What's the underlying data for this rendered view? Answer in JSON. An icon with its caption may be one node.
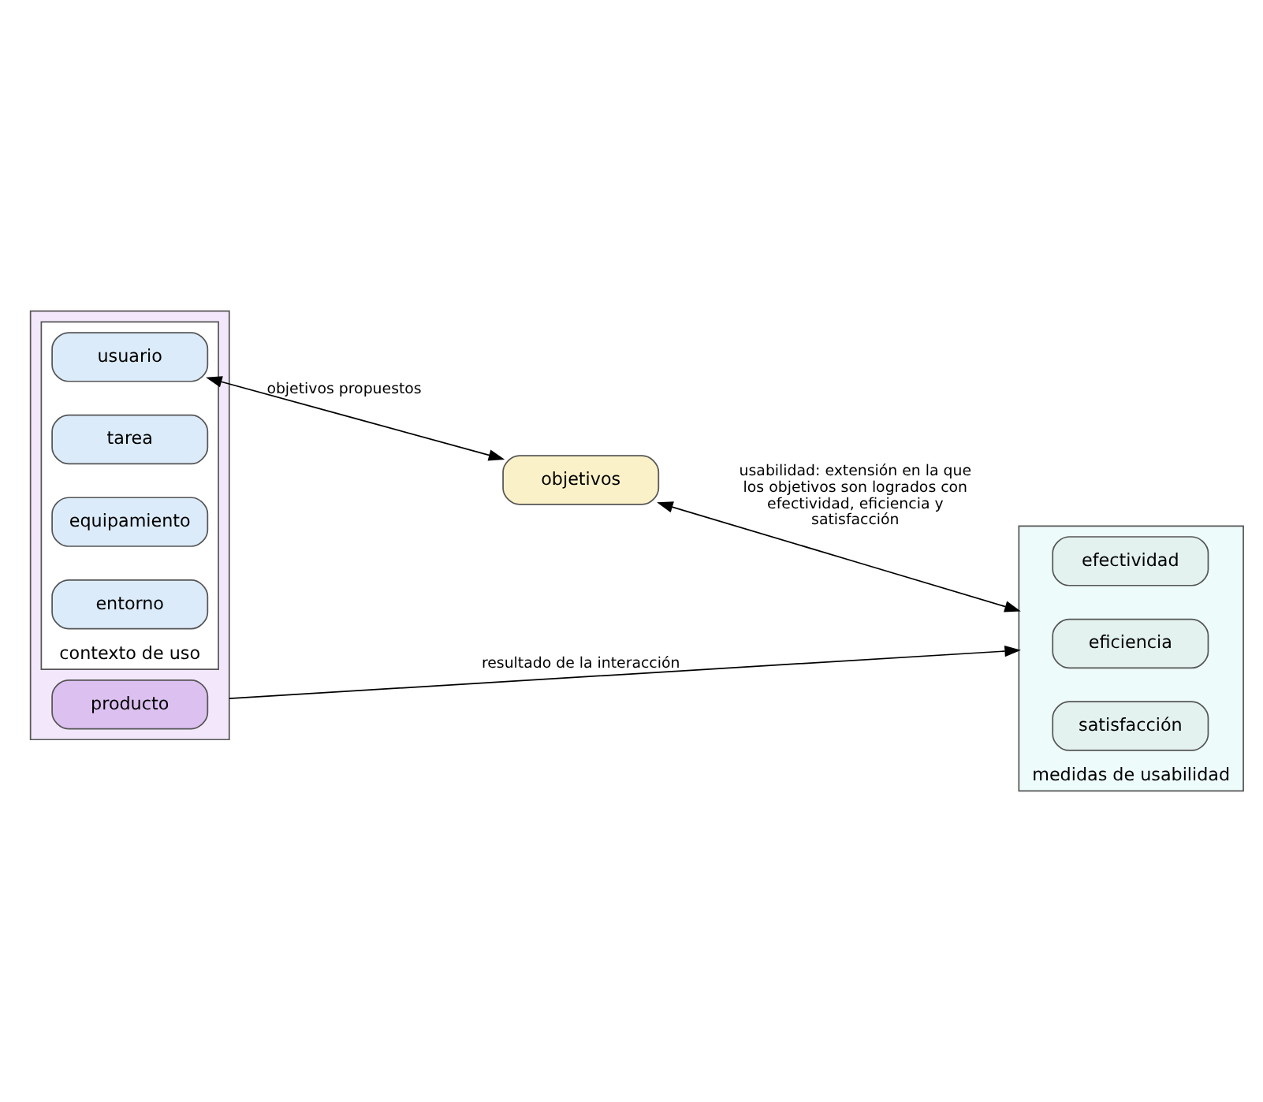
{
  "diagram": {
    "nodes": [
      {
        "text": [],
        "shape": "box"
      },
      {
        "text": [
          "contexto de uso"
        ],
        "in": 0
      },
      {
        "text": [
          "usuario"
        ],
        "in": 1
      },
      {
        "text": [
          "tarea"
        ],
        "in": 1
      },
      {
        "text": [
          "equipamiento"
        ],
        "in": 1
      },
      {
        "text": [
          "entorno"
        ],
        "in": 1
      },
      {
        "text": [
          "producto"
        ],
        "in": 0
      },
      {
        "text": [
          "objetivos"
        ]
      },
      {
        "text": [
          "medidas de usabilidad"
        ]
      },
      {
        "text": [
          "efectividad"
        ],
        "in": 8
      },
      {
        "text": [
          "eficiencia"
        ],
        "in": 8
      },
      {
        "text": [
          "satisfacción"
        ],
        "in": 8
      }
    ],
    "edges": [
      {
        "from": 2,
        "to": 7,
        "arrow": "both",
        "label": "objetivos propuestos"
      },
      {
        "from": 7,
        "to": 8,
        "arrow": "both",
        "label": "usabilidad: extensión en la que los objetivos son logrados con efectividad, eficiencia y satisfacción"
      },
      {
        "from": 0,
        "to": 8,
        "arrow": "to",
        "label": "resultado de la interacción"
      }
    ]
  }
}
